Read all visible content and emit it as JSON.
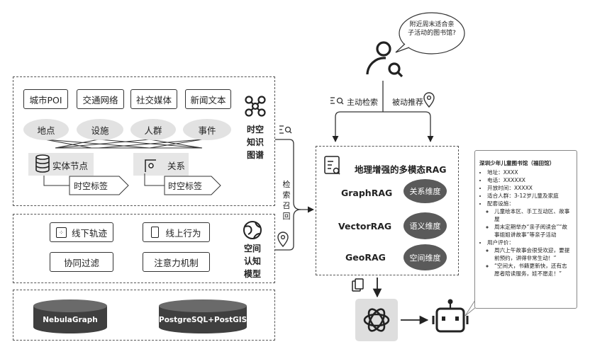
{
  "query_bubble": "附近周末适合亲子活动的图书馆?",
  "active_search": "主动检索",
  "passive_recommend": "被动推荐",
  "kg": {
    "sources": [
      "城市POI",
      "交通网络",
      "社交媒体",
      "新闻文本"
    ],
    "entities": [
      "地点",
      "设施",
      "人群",
      "事件"
    ],
    "entity_node": "实体节点",
    "relation": "关系",
    "tag1": "时空标签",
    "tag2": "时空标签",
    "title": [
      "时空",
      "知识",
      "图谱"
    ]
  },
  "cog": {
    "offline": "线下轨迹",
    "online": "线上行为",
    "cf": "协同过滤",
    "attention": "注意力机制",
    "title": [
      "空间",
      "认知",
      "模型"
    ]
  },
  "db": [
    "NebulaGraph",
    "PostgreSQL+PostGIS"
  ],
  "retrieve_recall": [
    "检",
    "索",
    "召",
    "回"
  ],
  "rag": {
    "title": "地理增强的多模态RAG",
    "rows": [
      {
        "name": "GraphRAG",
        "dim": "关系维度"
      },
      {
        "name": "VectorRAG",
        "dim": "语义维度"
      },
      {
        "name": "GeoRAG",
        "dim": "空间维度"
      }
    ]
  },
  "result": {
    "title": "深圳少年儿童图书馆（福田馆）",
    "address": "地址：XXXX",
    "phone": "电话：XXXXXX",
    "hours": "开放时间：XXXXX",
    "audience": "适合人群：3-12岁儿童及家庭",
    "facilities": "配套设施：",
    "fac_1": "儿童绘本区、手工互动区、故事屋",
    "fac_2": "周末定期举办“亲子阅读会”“故事姐姐讲故事”等亲子活动",
    "reviews": "用户评价：",
    "rev_1": "周六上午故事会很受欢迎，要提前预约，讲得非常生动！”",
    "rev_2": "“空间大，书籍更新快，还有志愿者陪读服务，娃不愿走！”"
  }
}
